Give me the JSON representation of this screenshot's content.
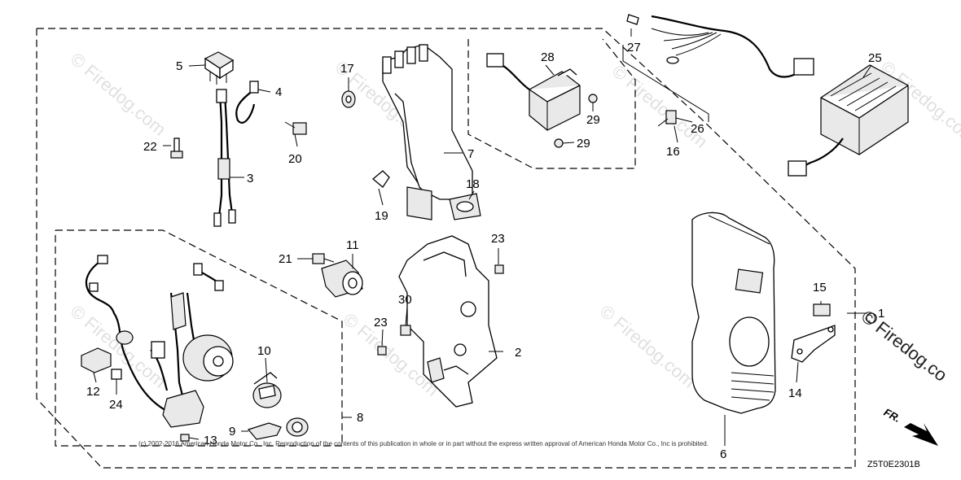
{
  "diagram": {
    "watermark": "© Firedog.com",
    "watermark_large": "© Firedog.co",
    "copyright": "(c) 2002-2016 American Honda Motor Co., Inc. Reproduction of the contents of this publication in whole or in part without the express written approval of American Honda Motor Co., Inc is prohibited.",
    "diagram_code": "Z5T0E2301B",
    "front_label": "FR.",
    "callouts": {
      "c1": "1",
      "c2": "2",
      "c3": "3",
      "c4": "4",
      "c5": "5",
      "c6": "6",
      "c7": "7",
      "c8": "8",
      "c9": "9",
      "c10": "10",
      "c11": "11",
      "c12": "12",
      "c13": "13",
      "c14": "14",
      "c15": "15",
      "c16": "16",
      "c17": "17",
      "c18": "18",
      "c19": "19",
      "c20": "20",
      "c21": "21",
      "c22": "22",
      "c23a": "23",
      "c23b": "23",
      "c24": "24",
      "c25": "25",
      "c26": "26",
      "c27": "27",
      "c28": "28",
      "c29a": "29",
      "c29b": "29",
      "c30": "30"
    }
  }
}
